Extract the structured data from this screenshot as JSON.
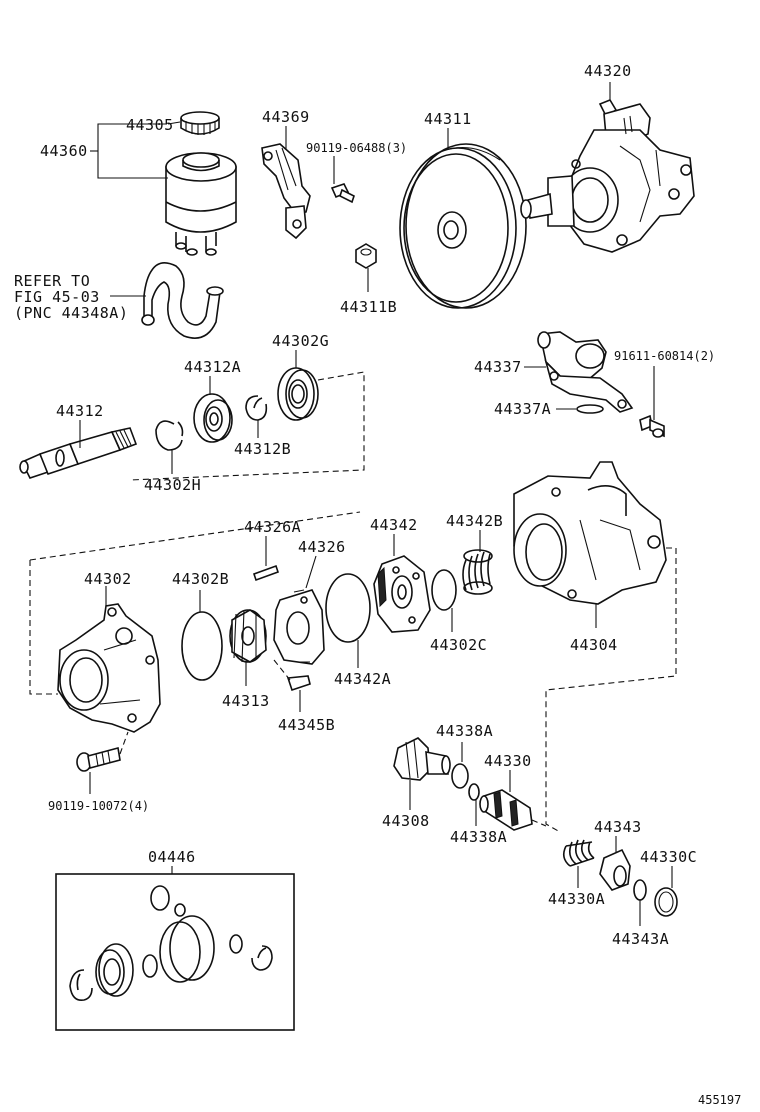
{
  "labels": {
    "p44320": "44320",
    "p44305": "44305",
    "p44369": "44369",
    "p44311": "44311",
    "p44360": "44360",
    "p90119_06488": "90119-06488(3)",
    "p44311B": "44311B",
    "refer1": "REFER TO",
    "refer2": "FIG 45-03",
    "refer3": "(PNC 44348A)",
    "p44312A": "44312A",
    "p44302G": "44302G",
    "p44312": "44312",
    "p44312B": "44312B",
    "p44302H": "44302H",
    "p44337": "44337",
    "p91611": "91611-60814(2)",
    "p44337A": "44337A",
    "p44326A": "44326A",
    "p44342": "44342",
    "p44342B": "44342B",
    "p44326": "44326",
    "p44302": "44302",
    "p44302B": "44302B",
    "p44302C": "44302C",
    "p44304": "44304",
    "p44313": "44313",
    "p44342A": "44342A",
    "p44345B": "44345B",
    "p44338A_top": "44338A",
    "p44330": "44330",
    "p44308": "44308",
    "p44338A_bot": "44338A",
    "p90119_10072": "90119-10072(4)",
    "p44343": "44343",
    "p44330C": "44330C",
    "p04446": "04446",
    "p44330A": "44330A",
    "p44343A": "44343A",
    "figure_number": "455197"
  }
}
